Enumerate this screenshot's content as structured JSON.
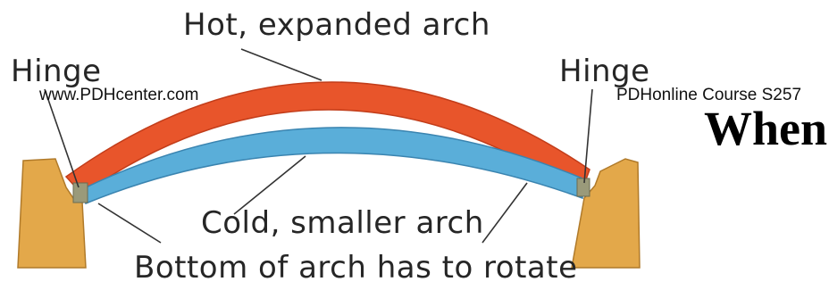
{
  "diagram": {
    "title": "Hot, expanded arch",
    "labels": {
      "hinge_left": "Hinge",
      "hinge_right": "Hinge",
      "cold_arch": "Cold, smaller arch",
      "bottom_note": "Bottom of arch has to rotate"
    }
  },
  "watermarks": {
    "left": "www.PDHcenter.com",
    "right": "PDHonline Course S257",
    "heading_fragment": "When"
  },
  "colors": {
    "hot_arch": "#e8552b",
    "cold_arch": "#5aaed9",
    "abutment": "#e3a84a",
    "hinge": "#9a9a7a"
  }
}
